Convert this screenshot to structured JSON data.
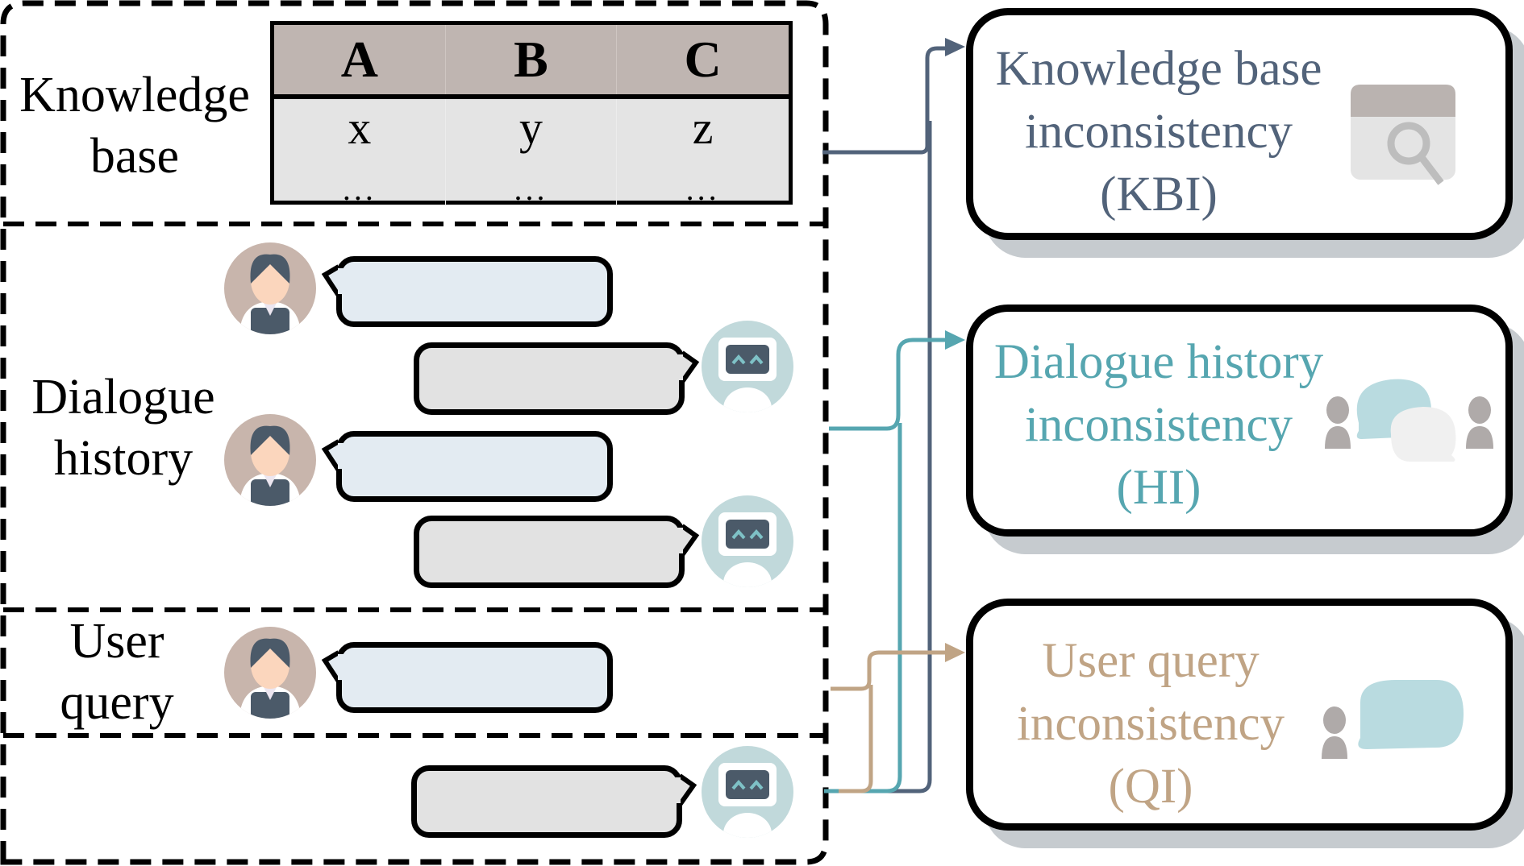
{
  "colors": {
    "kbi": "#52637a",
    "hi": "#56a6b0",
    "qi": "#c0a485",
    "shadow": "#c6cbcf",
    "user_bubble": "#e3ebf2",
    "bot_bubble": "#e2e2e2",
    "table_header": "#bfb5b1",
    "table_body": "#e4e4e4"
  },
  "input_panel": {
    "knowledge_base": {
      "label_line1": "Knowledge",
      "label_line2": "base",
      "table": {
        "headers": [
          "A",
          "B",
          "C"
        ],
        "rows": [
          [
            "x",
            "y",
            "z"
          ],
          [
            "...",
            "...",
            "..."
          ]
        ]
      }
    },
    "dialogue_history": {
      "label_line1": "Dialogue",
      "label_line2": "history",
      "turns": [
        {
          "speaker": "user",
          "icon": "user-avatar-icon"
        },
        {
          "speaker": "bot",
          "icon": "robot-avatar-icon"
        },
        {
          "speaker": "user",
          "icon": "user-avatar-icon"
        },
        {
          "speaker": "bot",
          "icon": "robot-avatar-icon"
        }
      ]
    },
    "user_query": {
      "label_line1": "User",
      "label_line2": "query",
      "turns": [
        {
          "speaker": "user",
          "icon": "user-avatar-icon"
        }
      ]
    },
    "response": {
      "turns": [
        {
          "speaker": "bot",
          "icon": "robot-avatar-icon"
        }
      ]
    }
  },
  "outputs": [
    {
      "id": "kbi",
      "line1": "Knowledge base",
      "line2": "inconsistency",
      "line3": "(KBI)",
      "icon": "table-search-icon"
    },
    {
      "id": "hi",
      "line1": "Dialogue history",
      "line2": "inconsistency",
      "line3": "(HI)",
      "icon": "conversation-icon"
    },
    {
      "id": "qi",
      "line1": "User query",
      "line2": "inconsistency",
      "line3": "(QI)",
      "icon": "user-speech-icon"
    }
  ]
}
